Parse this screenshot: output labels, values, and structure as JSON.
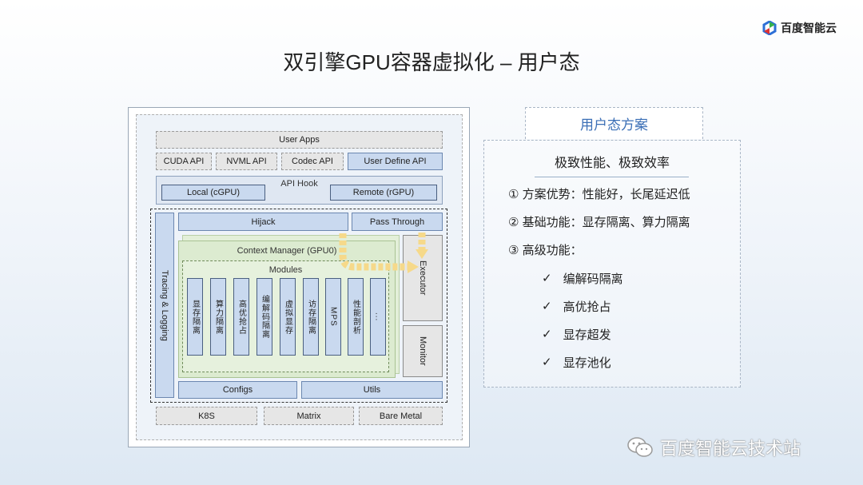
{
  "brand": {
    "name": "百度智能云"
  },
  "title": "双引擎GPU容器虚拟化 – 用户态",
  "diagram": {
    "user_apps": "User Apps",
    "apis": [
      "CUDA API",
      "NVML API",
      "Codec API",
      "User Define API"
    ],
    "api_hook": {
      "label": "API Hook",
      "local": "Local (cGPU)",
      "remote": "Remote (rGPU)"
    },
    "tracing": "Tracing & Logging",
    "hijack": "Hijack",
    "pass_through": "Pass Through",
    "context_manager": "Context Manager (GPU0)",
    "modules_label": "Modules",
    "modules": [
      "显存隔离",
      "算力隔离",
      "高优抢占",
      "编解码隔离",
      "虚拟显存",
      "访存隔离",
      "MPS",
      "性能剖析",
      "..."
    ],
    "executor": "Executor",
    "monitor": "Monitor",
    "configs": "Configs",
    "utils": "Utils",
    "platforms": [
      "K8S",
      "Matrix",
      "Bare Metal"
    ]
  },
  "panel": {
    "tab": "用户态方案",
    "headline": "极致性能、极致效率",
    "points": [
      "① 方案优势：性能好，长尾延迟低",
      "② 基础功能：显存隔离、算力隔离",
      "③ 高级功能："
    ],
    "features": [
      "编解码隔离",
      "高优抢占",
      "显存超发",
      "显存池化"
    ]
  },
  "watermark": "百度智能云技术站",
  "colors": {
    "accent": "#3b6fb6",
    "module_fill": "#c9d9ef",
    "context_fill": "#dcebd0",
    "arrow": "#f6d98a"
  }
}
